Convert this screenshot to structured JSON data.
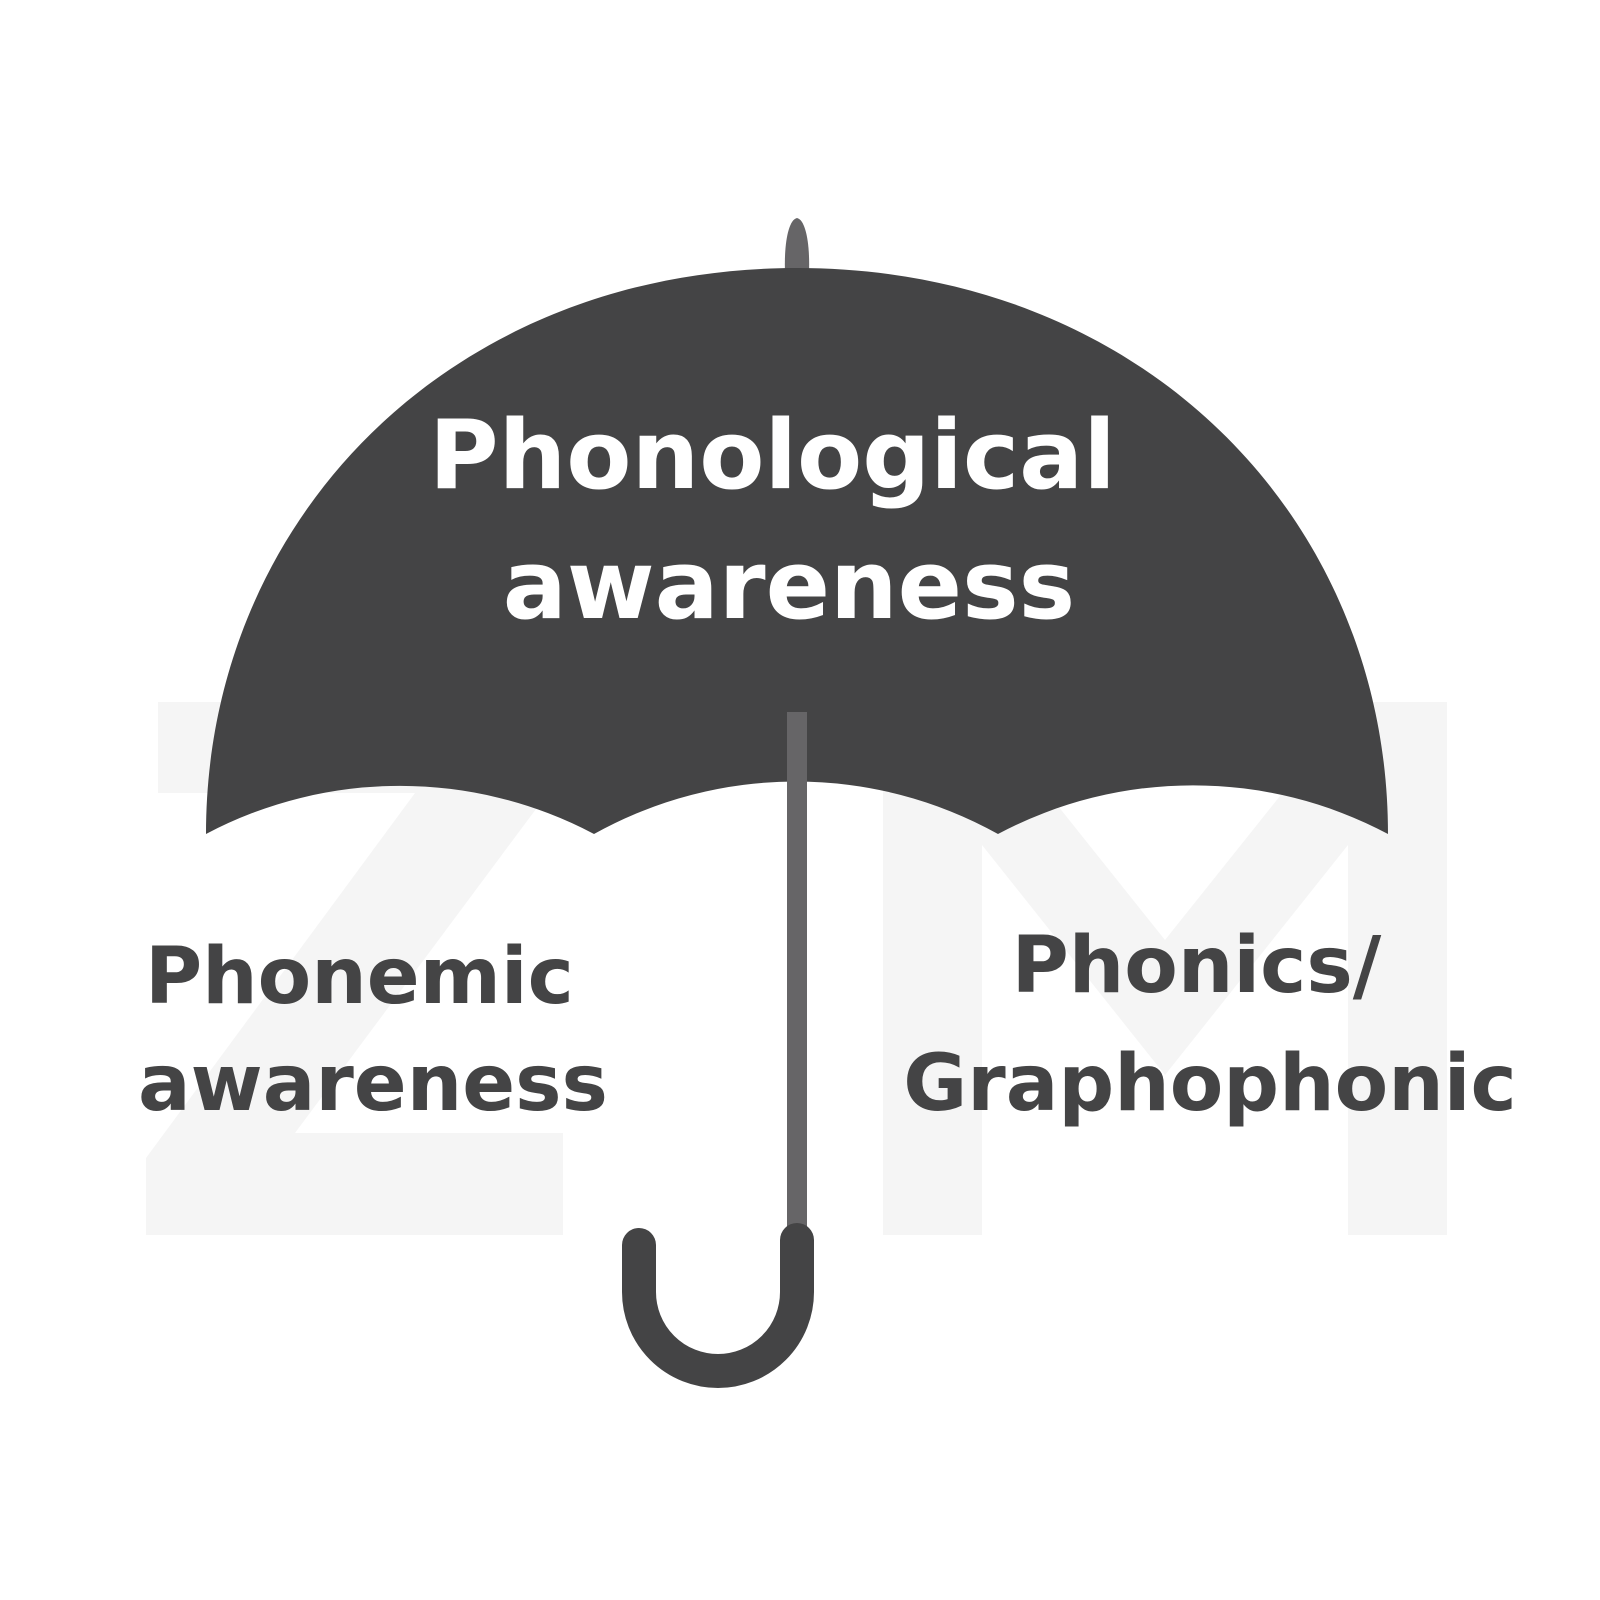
{
  "colors": {
    "canopy": "#444445",
    "shaft": "#666567",
    "handle": "#444445",
    "label_on_canopy": "#ffffff",
    "label_below": "#444445",
    "watermark": "#f5f5f5",
    "background": "#ffffff"
  },
  "watermark": {
    "description_letters": "ZM",
    "letters": "ZM"
  },
  "umbrella": {
    "title_line1": "Phonological",
    "title_line2": "awareness"
  },
  "left_concept": {
    "line1": "Phonemic",
    "line2": "awareness"
  },
  "right_concept": {
    "line1": "Phonics/",
    "line2": "Graphophonic"
  }
}
